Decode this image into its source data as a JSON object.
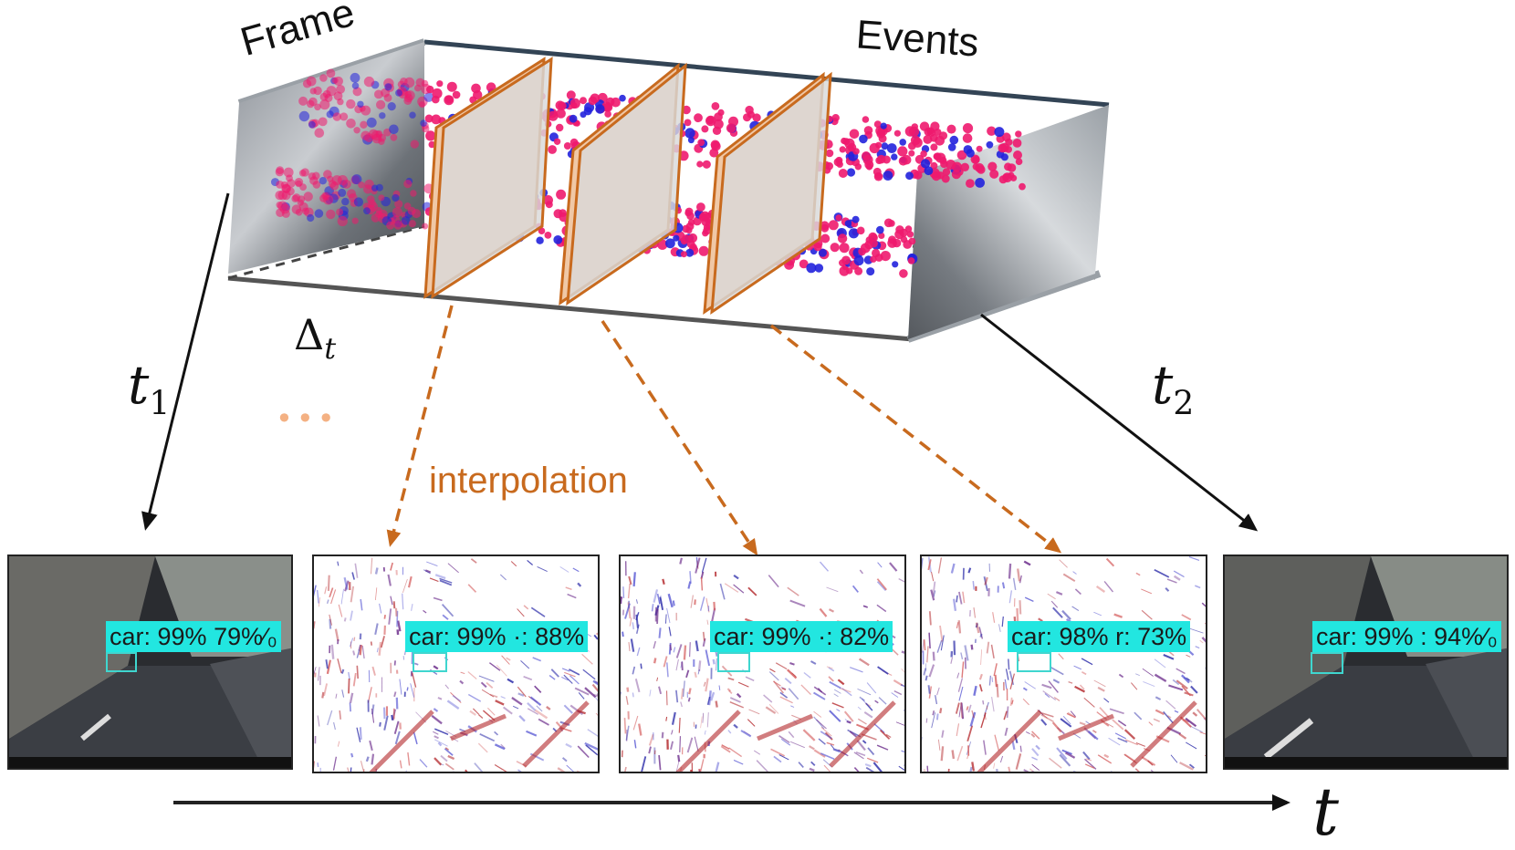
{
  "labels": {
    "frame": "Frame",
    "events": "Events",
    "delta": "Δ",
    "delta_sub": "t",
    "t1": "t",
    "t1_sub": "1",
    "t2": "t",
    "t2_sub": "2",
    "interpolation": "interpolation",
    "ellipsis": "•••",
    "time_axis": "t"
  },
  "detections": [
    {
      "label": "car: 99%",
      "tail": "79%⁄₀"
    },
    {
      "label": "car: 99%",
      "tail": "·: 88%"
    },
    {
      "label": "car: 99%",
      "tail": "·: 82%"
    },
    {
      "label": "car: 98%",
      "tail": "r: 73%"
    },
    {
      "label": "car: 99%",
      "tail": ": 94%⁄₀"
    }
  ],
  "colors": {
    "interpolation": "#c86a1e",
    "event_positive": "#ee1a6e",
    "event_negative": "#2222dd",
    "detection": "#22e6e0",
    "slice_border": "#c86a1e"
  }
}
